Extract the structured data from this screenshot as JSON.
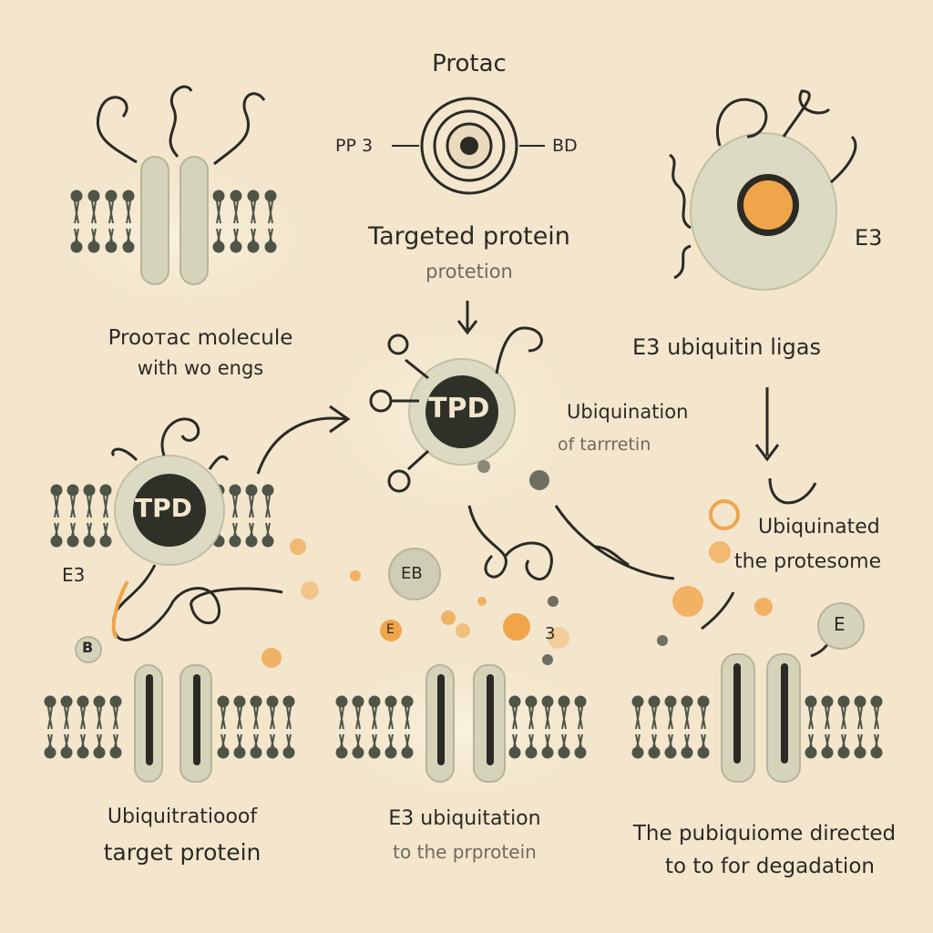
{
  "diagram": {
    "colors": {
      "background": "#f3e6cd",
      "membrane": "#4e5446",
      "protein": "#d6d3bb",
      "outline": "#2b2a24",
      "accent": "#f0a54a",
      "tpd_badge": "#2f3128"
    },
    "top_center": {
      "title": "Protac",
      "left_tag": "PP 3",
      "right_tag": "BD",
      "caption_line1": "Targeted protein",
      "caption_line2": "protetion"
    },
    "top_left": {
      "caption_line1": "Proотac molecule",
      "caption_line2": "with wo engs"
    },
    "top_right": {
      "badge": "E3",
      "caption": "E3 ubiquitin ligas"
    },
    "middle": {
      "tpd_center": "TPD",
      "tpd_left": "TPD",
      "left_tag": "E3",
      "ubiq_line1": "Ubiquination",
      "ubiq_line2": "of tarrretin",
      "small_marker_left": "B",
      "small_marker_mid1": "EB",
      "small_marker_mid2": "E",
      "small_marker_mid3": "3",
      "small_marker_right": "E",
      "right_line1": "Ubiquinated",
      "right_line2": "the protesome"
    },
    "bottom": {
      "left_line1": "Ubiquitratiooof",
      "left_line2": "target protein",
      "center_line1": "E3 ubiquitation",
      "center_line2": "to the prprotein",
      "right_line1": "The pubiquiome directed",
      "right_line2": "to to for degadation"
    }
  }
}
